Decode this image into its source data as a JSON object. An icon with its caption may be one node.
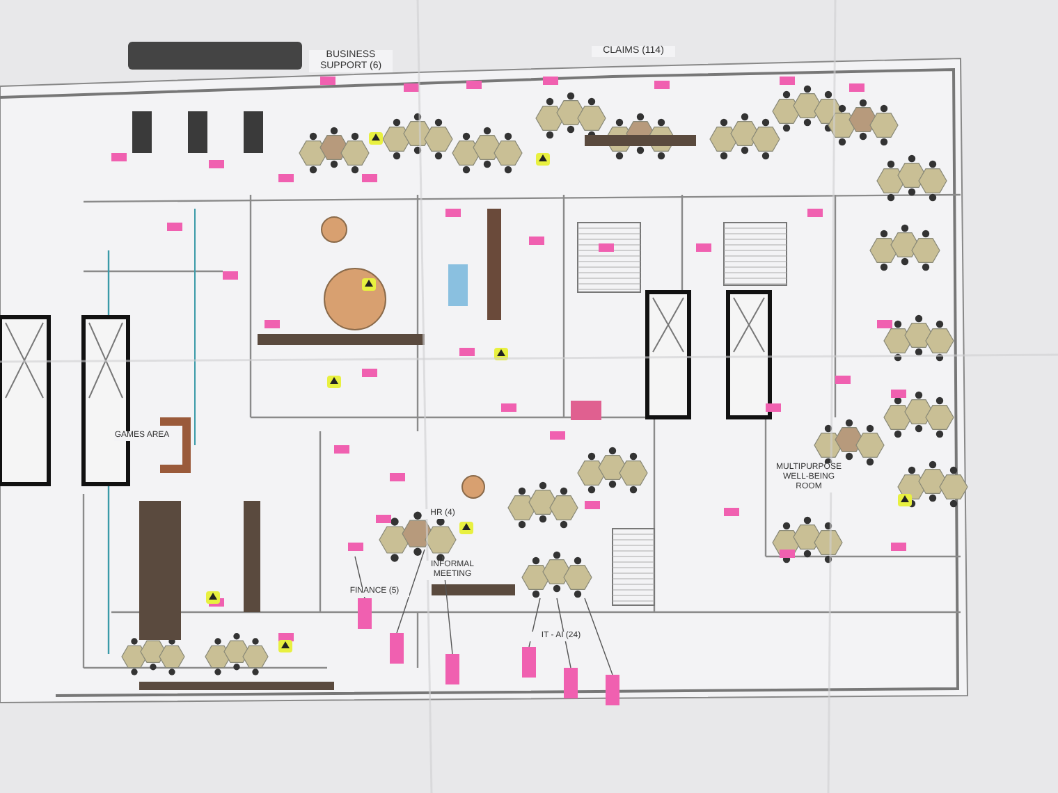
{
  "diagram": {
    "labels": [
      "BUSINESS SUPPORT (6)",
      "CLAIMS (114)",
      "HR (4)",
      "FINANCE (5)",
      "IT - AI (24)",
      "GAMES AREA",
      "MULTIPURPOSE WELL-BEING ROOM",
      "INFORMAL MEETING"
    ]
  }
}
